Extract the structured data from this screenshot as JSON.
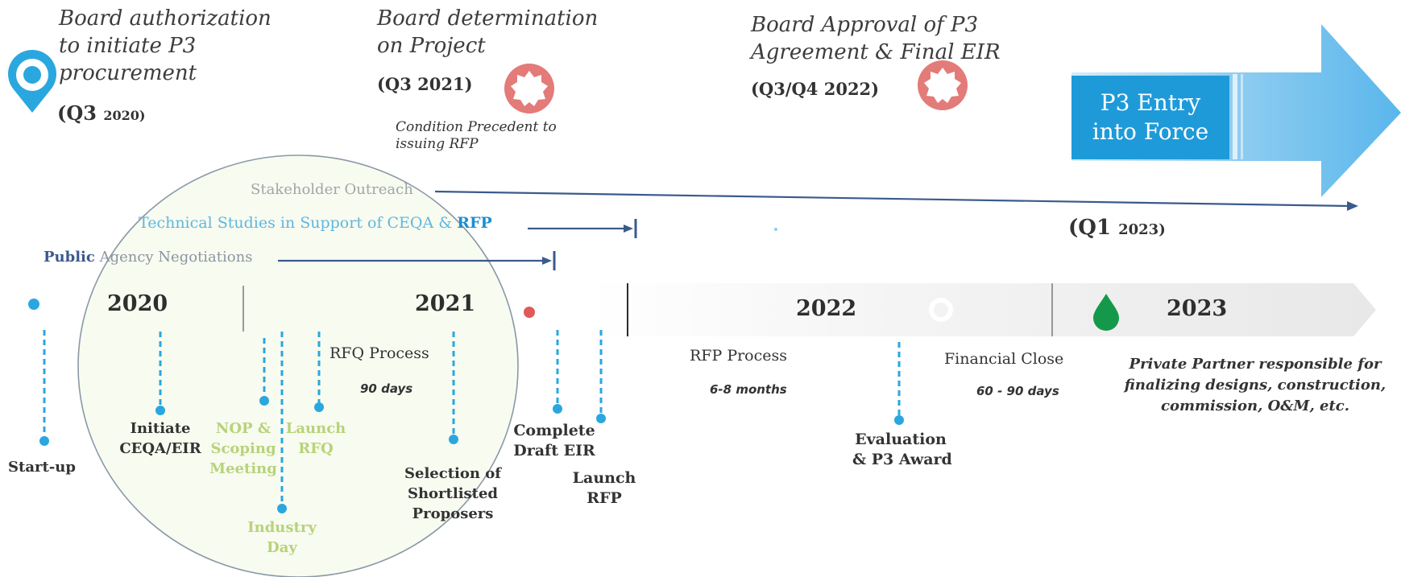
{
  "milestones": [
    {
      "title_lines": [
        "Board authorization",
        "to initiate P3",
        "procurement"
      ],
      "date_main": "(Q3",
      "date_small": "2020)"
    },
    {
      "title_lines": [
        "Board determination",
        "on Project"
      ],
      "date_main": "(Q3 2021)",
      "date_small": "",
      "note_lines": [
        "Condition Precedent to",
        "issuing RFP"
      ]
    },
    {
      "title_lines": [
        "Board Approval of P3",
        "Agreement & Final EIR"
      ],
      "date_main": "(Q3/Q4 2022)",
      "date_small": ""
    }
  ],
  "entry_into_force": {
    "label_lines": [
      "P3 Entry",
      "into Force"
    ],
    "date_main": "(Q1",
    "date_small": "2023)"
  },
  "workstreams": [
    {
      "label": "Stakeholder Outreach"
    },
    {
      "label_start": "Technical Studies in Support of CEQA & ",
      "label_bold": "RFP"
    },
    {
      "label_bold": "Public",
      "label_rest": " Agency Negotiations"
    }
  ],
  "years": [
    "2020",
    "2021",
    "2022",
    "2023"
  ],
  "events": [
    {
      "lines": [
        "Start-up"
      ]
    },
    {
      "lines": [
        "Initiate",
        "CEQA/EIR"
      ]
    },
    {
      "lines": [
        "NOP &",
        "Scoping",
        "Meeting"
      ]
    },
    {
      "lines": [
        "Launch",
        "RFQ"
      ]
    },
    {
      "lines": [
        "Industry",
        "Day"
      ]
    },
    {
      "lines": [
        "Selection of",
        "Shortlisted",
        "Proposers"
      ]
    },
    {
      "lines": [
        "Complete",
        "Draft EIR"
      ]
    },
    {
      "lines": [
        "Launch",
        "RFP"
      ]
    },
    {
      "lines": [
        "Evaluation",
        "& P3 Award"
      ]
    }
  ],
  "processes": [
    {
      "name": "RFQ Process",
      "duration": "90 days"
    },
    {
      "name": "RFP Process",
      "duration": "6-8 months"
    },
    {
      "name": "Financial Close",
      "duration": "60 - 90 days"
    }
  ],
  "private_partner_lines": [
    "Private Partner responsible for",
    "finalizing designs, construction,",
    "commission, O&M, etc."
  ],
  "colors": {
    "accent_blue": "#2aa7df",
    "arrow_navy": "#3b5a8c",
    "badge_red": "#e37b79",
    "green_label": "#b7d37a",
    "green_drop": "#14994a",
    "entry_box": "#1e9ad9"
  }
}
